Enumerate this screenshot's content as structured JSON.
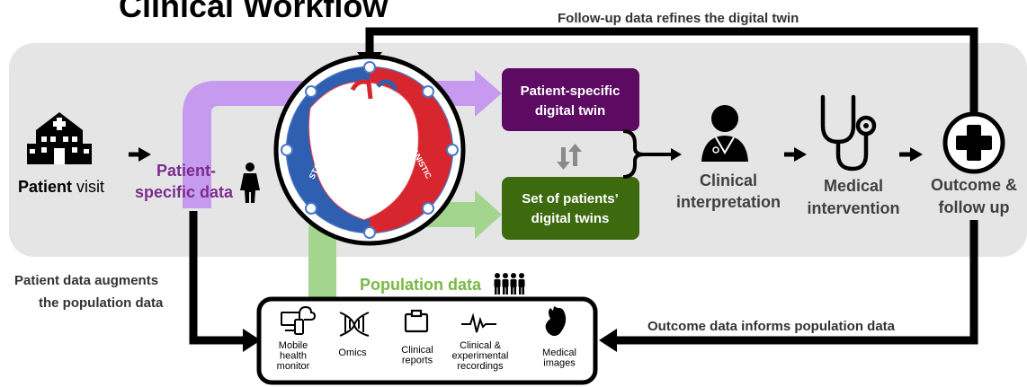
{
  "title": "Clinical Workflow",
  "top_loop_label": "Follow-up data refines the digital twin",
  "patient_visit": {
    "bold": "Patient",
    "rest": " visit"
  },
  "patient_specific_data": {
    "line1": "Patient-",
    "line2": "specific data"
  },
  "patient_twin": {
    "line1": "Patient-specific",
    "line2": "digital twin"
  },
  "set_twins": {
    "line1": "Set of patients’",
    "line2": "digital twins"
  },
  "circle_labels": {
    "left": "STATISTICAL",
    "right": "MECHANISTIC"
  },
  "clinical_interpretation": {
    "line1": "Clinical",
    "line2": "interpretation"
  },
  "medical_intervention": {
    "line1": "Medical",
    "line2": "intervention"
  },
  "outcome": {
    "line1": "Outcome &",
    "line2": "follow up"
  },
  "population_data_label": "Population data",
  "patient_augments": {
    "line1": "Patient data augments",
    "line2": "the population data"
  },
  "outcome_informs": "Outcome data informs population data",
  "data_sources": [
    {
      "icon": "mobile-health-icon",
      "lines": [
        "Mobile",
        "health",
        "monitor"
      ]
    },
    {
      "icon": "dna-icon",
      "lines": [
        "Omics"
      ]
    },
    {
      "icon": "clipboard-icon",
      "lines": [
        "Clinical",
        "reports"
      ]
    },
    {
      "icon": "waveform-icon",
      "lines": [
        "Clinical &",
        "experimental",
        "recordings"
      ]
    },
    {
      "icon": "heart-icon",
      "lines": [
        "Medical",
        "images"
      ]
    }
  ],
  "colors": {
    "purple": "#5c0a62",
    "green": "#3d6a0f",
    "light_purple": "#c69bef",
    "light_green": "#a3d58e",
    "band_gray": "#e5e5e5",
    "red": "#d8262e",
    "blue": "#2f5fb0",
    "text_gray": "#404040",
    "green_text": "#78b943",
    "purple_text": "#7a2d8e"
  }
}
